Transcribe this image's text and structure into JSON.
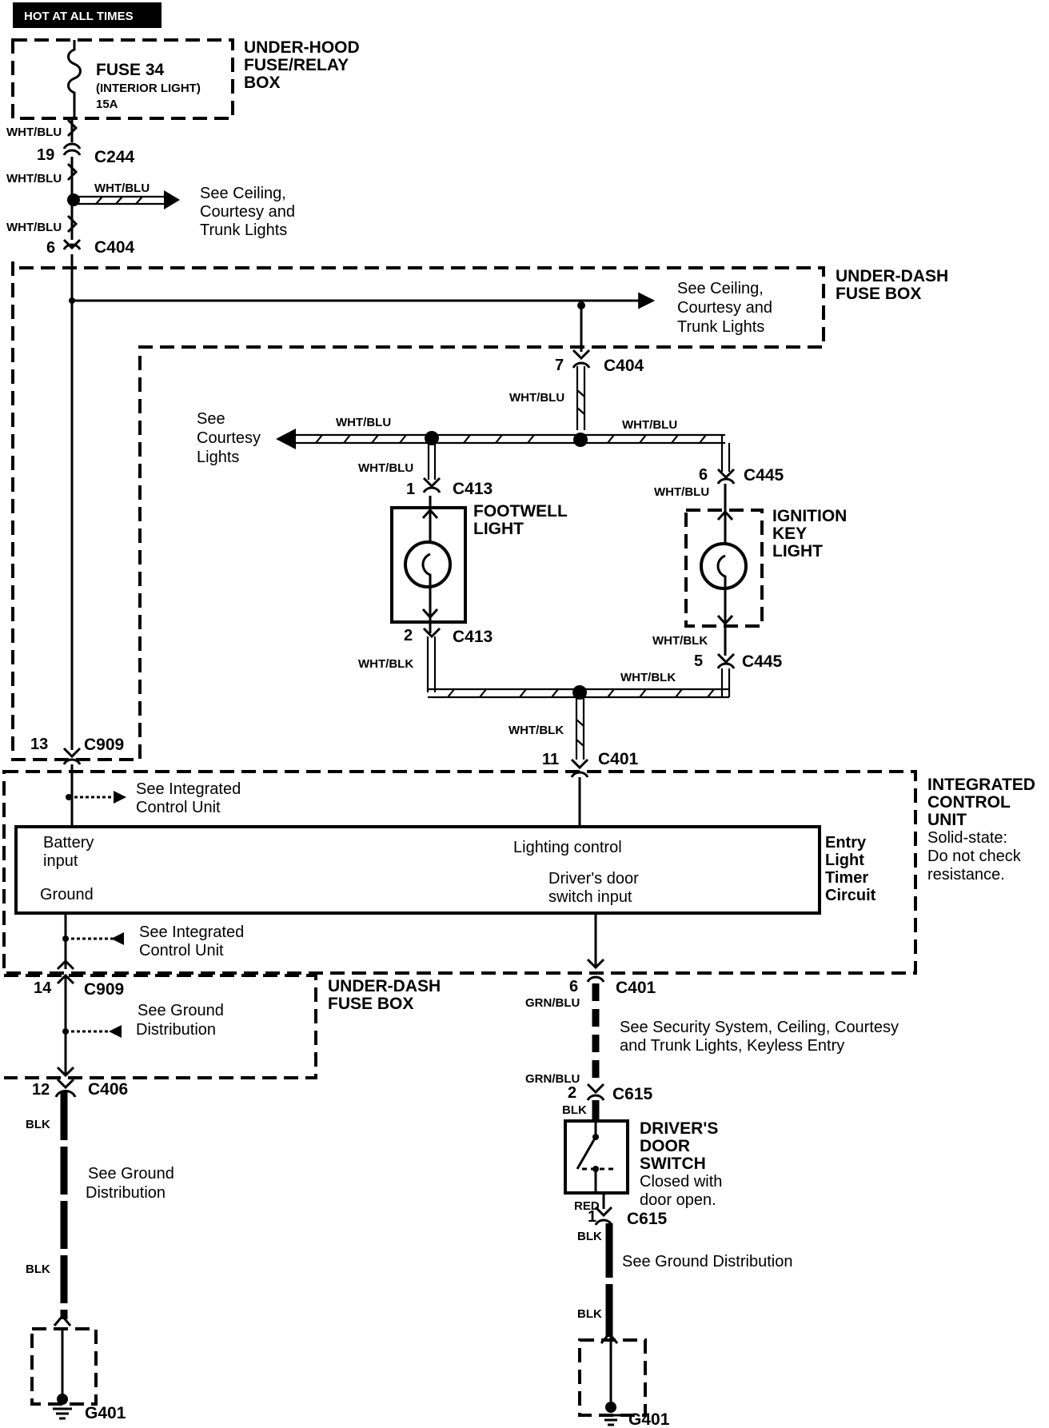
{
  "header": {
    "badge": "HOT AT ALL TIMES"
  },
  "fuse": {
    "name": "FUSE 34",
    "sub": "(INTERIOR LIGHT)",
    "rating": "15A"
  },
  "boxes": {
    "underhood": [
      "UNDER-HOOD",
      "FUSE/RELAY",
      "BOX"
    ],
    "underdash": [
      "UNDER-DASH",
      "FUSE BOX"
    ],
    "icu": [
      "INTEGRATED",
      "CONTROL",
      "UNIT"
    ],
    "icu_note": [
      "Solid-state:",
      "Do not check",
      "resistance."
    ]
  },
  "refs": {
    "ceiling1": [
      "See Ceiling,",
      "Courtesy and",
      "Trunk Lights"
    ],
    "ceiling2": [
      "See Ceiling,",
      "Courtesy and",
      "Trunk Lights"
    ],
    "courtesy": [
      "See",
      "Courtesy",
      "Lights"
    ],
    "icu_top": [
      "See Integrated",
      "Control Unit"
    ],
    "icu_bot": [
      "See Integrated",
      "Control Unit"
    ],
    "ground1": [
      "See  Ground",
      "Distribution"
    ],
    "ground2": [
      "See  Ground",
      "Distribution"
    ],
    "security": [
      "See Security System, Ceiling, Courtesy",
      "and Trunk Lights, Keyless Entry"
    ],
    "ground3": "See  Ground Distribution"
  },
  "icu_panel": {
    "battery": [
      "Battery",
      "input"
    ],
    "ground": "Ground",
    "lighting": "Lighting control",
    "door": [
      "Driver's door",
      "switch input"
    ],
    "timer": [
      "Entry",
      "Light",
      "Timer",
      "Circuit"
    ]
  },
  "components": {
    "footwell": [
      "FOOTWELL",
      "LIGHT"
    ],
    "ignition": [
      "IGNITION",
      "KEY",
      "LIGHT"
    ],
    "door_switch": [
      "DRIVER'S",
      "DOOR",
      "SWITCH"
    ],
    "door_switch_note": [
      "Closed with",
      "door open."
    ]
  },
  "wires": {
    "wht_blu": "WHT/BLU",
    "wht_blk": "WHT/BLK",
    "grn_blu": "GRN/BLU",
    "blk": "BLK",
    "red": "RED"
  },
  "connectors": {
    "c244": {
      "pin": "19",
      "name": "C244"
    },
    "c404a": {
      "pin": "6",
      "name": "C404"
    },
    "c404b": {
      "pin": "7",
      "name": "C404"
    },
    "c413a": {
      "pin": "1",
      "name": "C413"
    },
    "c413b": {
      "pin": "2",
      "name": "C413"
    },
    "c445a": {
      "pin": "6",
      "name": "C445"
    },
    "c445b": {
      "pin": "5",
      "name": "C445"
    },
    "c909a": {
      "pin": "13",
      "name": "C909"
    },
    "c909b": {
      "pin": "14",
      "name": "C909"
    },
    "c401a": {
      "pin": "11",
      "name": "C401"
    },
    "c401b": {
      "pin": "6",
      "name": "C401"
    },
    "c406": {
      "pin": "12",
      "name": "C406"
    },
    "c615a": {
      "pin": "2",
      "name": "C615"
    },
    "c615b": {
      "pin": "1",
      "name": "C615"
    }
  },
  "grounds": {
    "g1": "G401",
    "g2": "G401"
  }
}
